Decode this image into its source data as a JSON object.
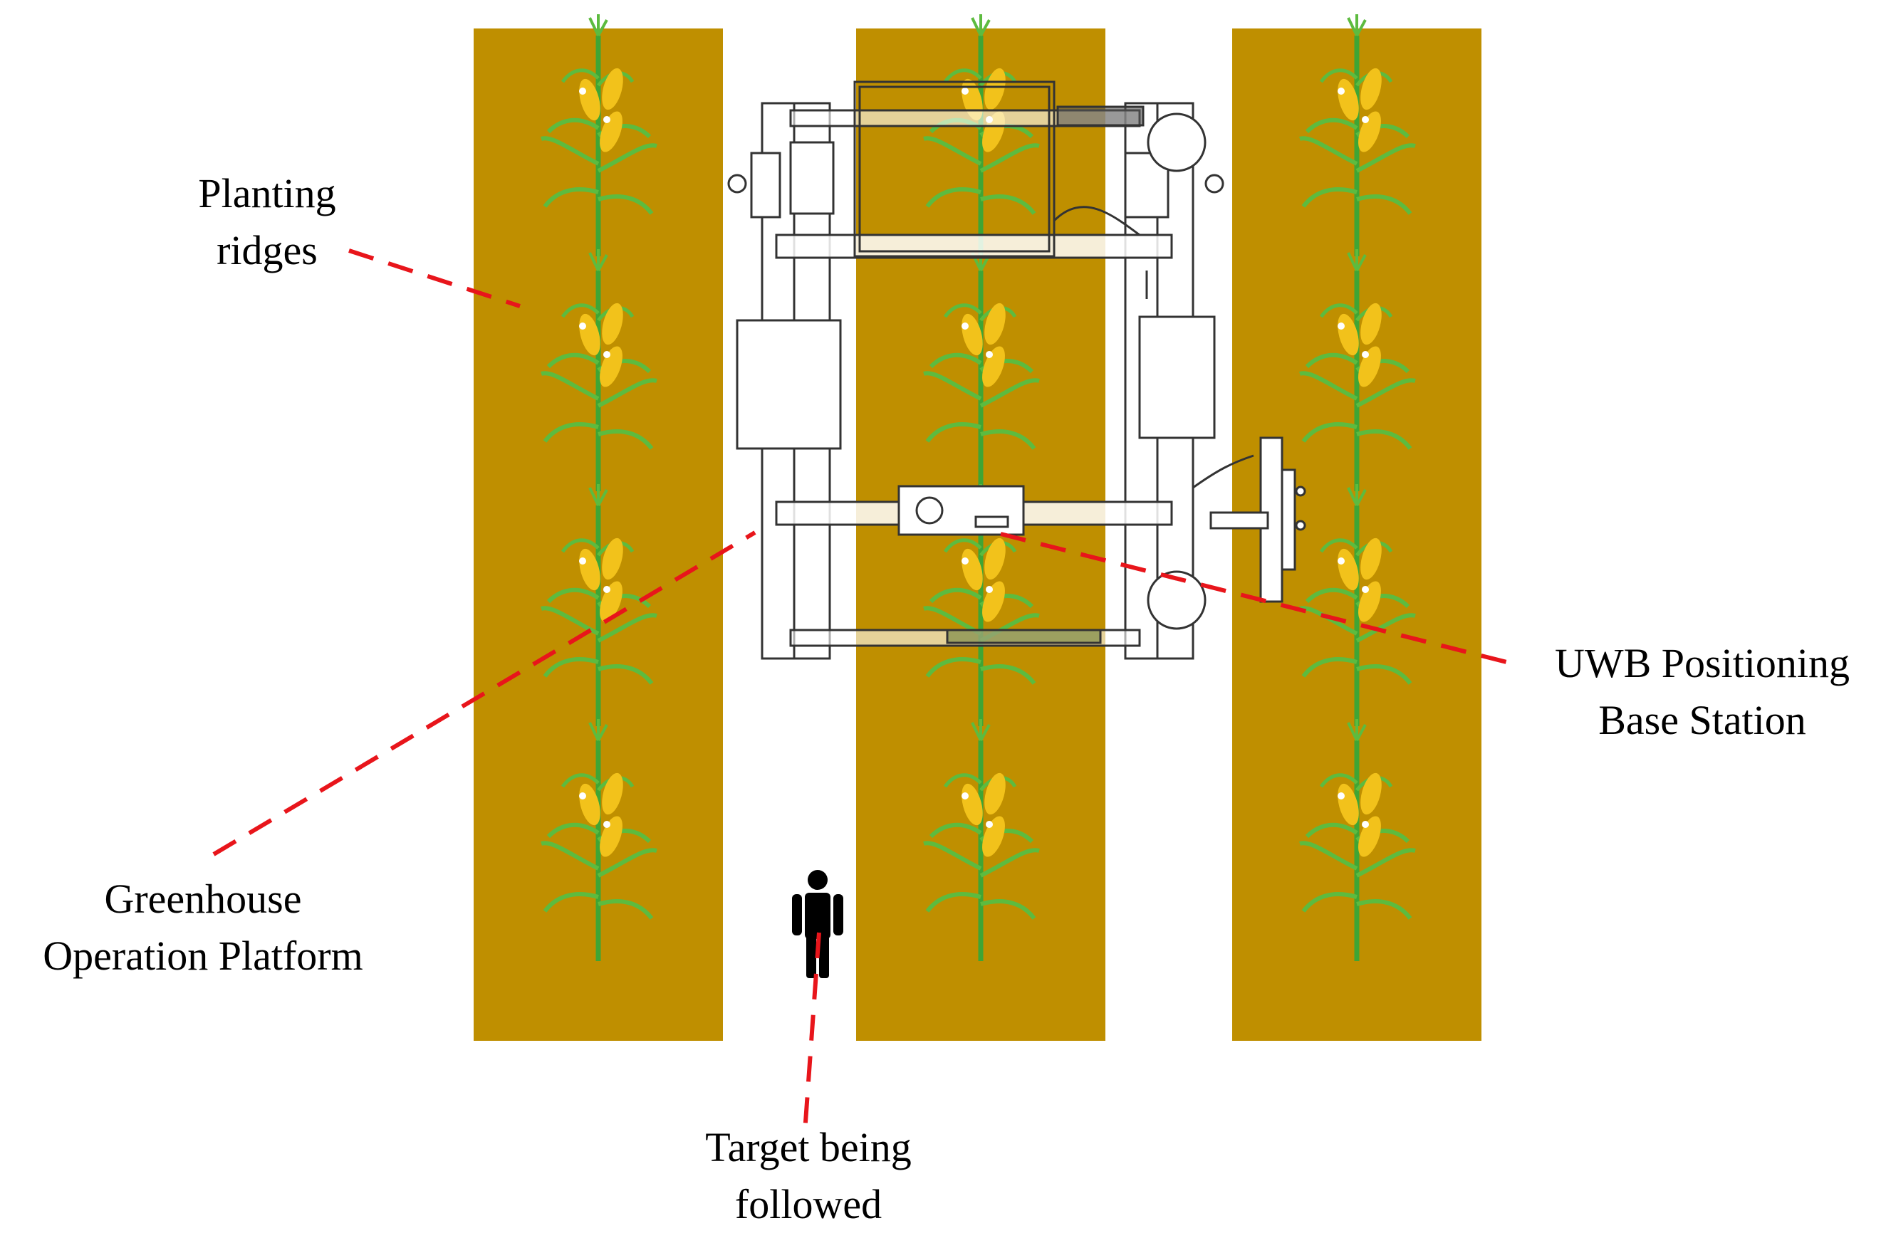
{
  "colors": {
    "ridge": "#BF8F00",
    "stem": "#3FA535",
    "leaf": "#5DBB3F",
    "corn": "#F2C21B",
    "leader": "#E8151B",
    "machine_line": "#333333",
    "person": "#000000"
  },
  "ridges": {
    "count": 3,
    "plants_per_ridge": 4
  },
  "labels": {
    "planting_ridges": [
      "Planting",
      "ridges"
    ],
    "greenhouse_platform": [
      "Greenhouse",
      "Operation Platform"
    ],
    "uwb_station": [
      "UWB Positioning",
      "Base Station"
    ],
    "target": [
      "Target being",
      "followed"
    ]
  },
  "icons": {
    "plant": "corn-plant-icon",
    "person": "person-icon",
    "platform": "platform-top-view",
    "uwb": "uwb-base-station-icon"
  }
}
